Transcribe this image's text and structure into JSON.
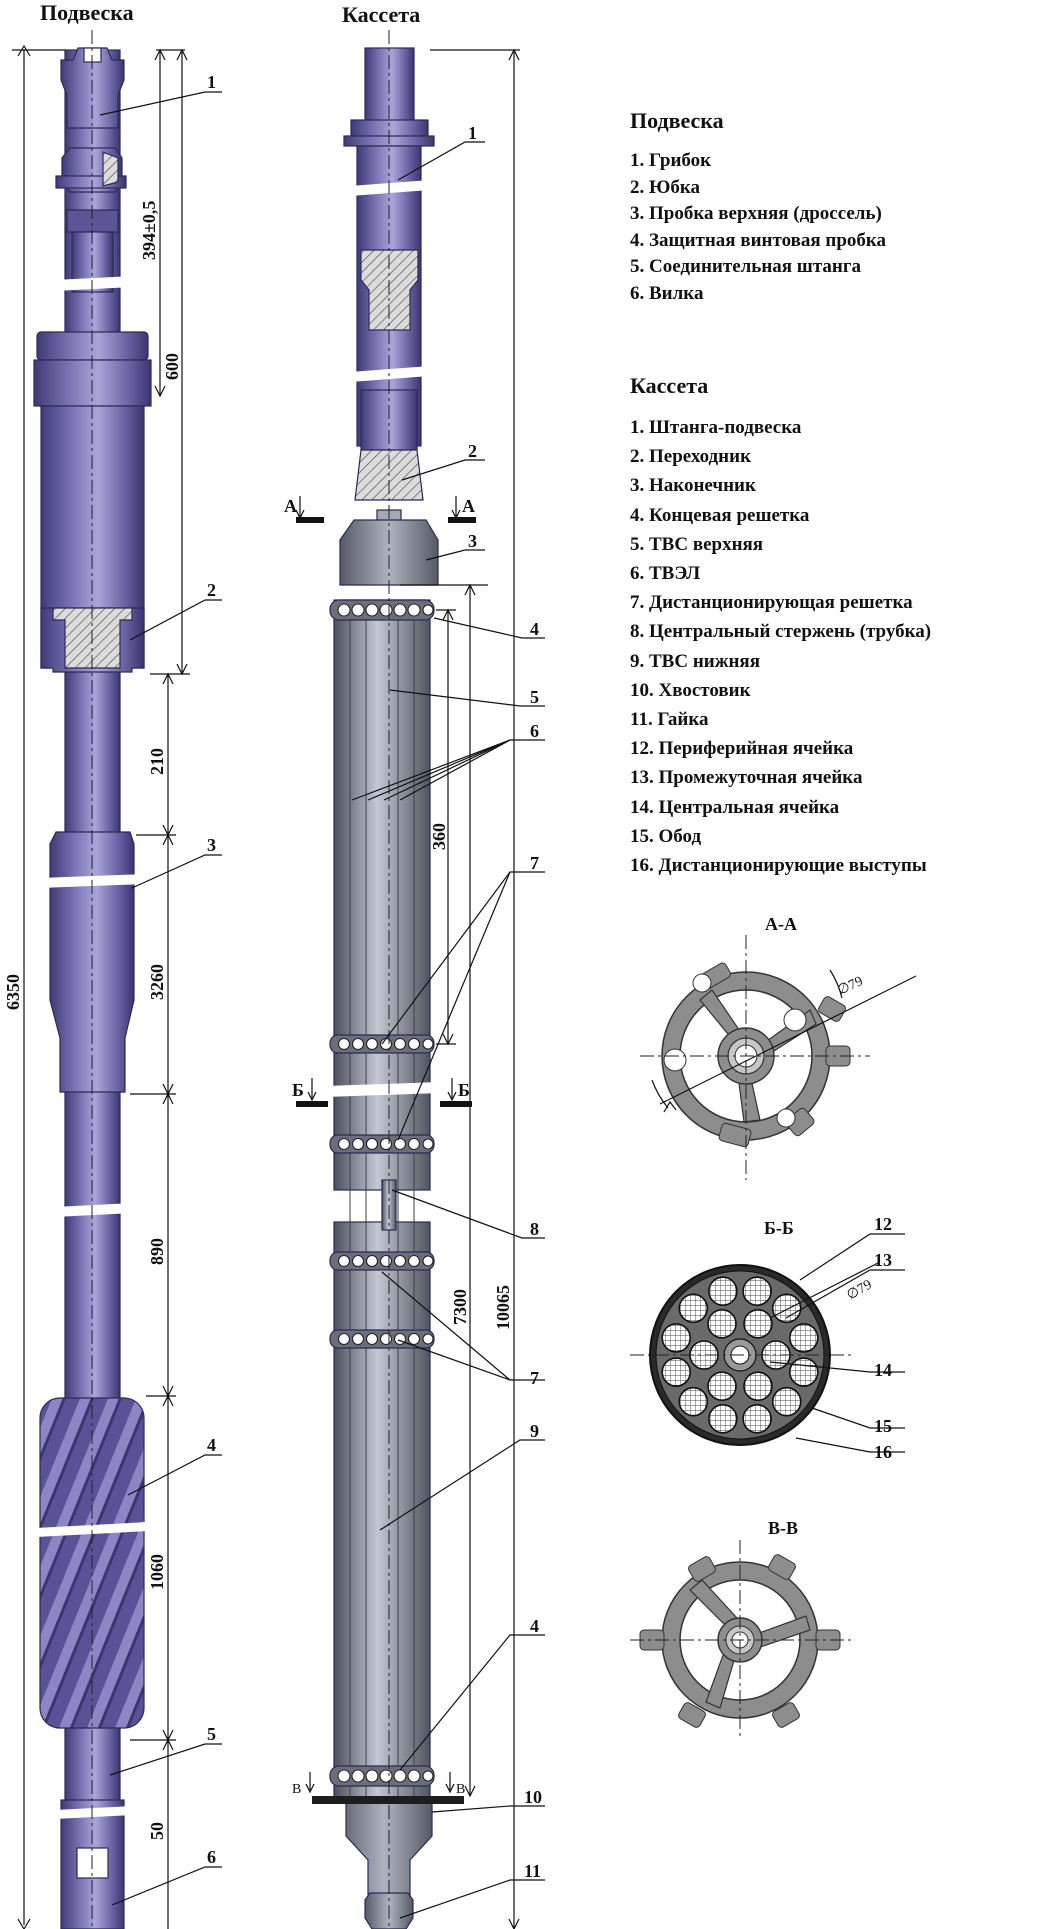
{
  "titles": {
    "left": "Подвеска",
    "middle": "Кассета"
  },
  "legend": {
    "podveska_heading": "Подвеска",
    "podveska_items": [
      "1. Грибок",
      "2. Юбка",
      "3. Пробка верхняя (дроссель)",
      "4. Защитная винтовая пробка",
      "5. Соединительная штанга",
      "6. Вилка"
    ],
    "kasseta_heading": "Кассета",
    "kasseta_items": [
      "1. Штанга-подвеска",
      "2. Переходник",
      "3. Наконечник",
      "4. Концевая решетка",
      "5. ТВС верхняя",
      "6. ТВЭЛ",
      "7. Дистанционирующая решетка",
      "8. Центральный стержень (трубка)",
      "9. ТВС нижняя",
      "10. Хвостовик",
      "11. Гайка",
      "12. Периферийная ячейка",
      "13. Промежуточная ячейка",
      "14. Центральная ячейка",
      "15. Обод",
      "16. Дистанционирующие выступы"
    ]
  },
  "podveska_labels": [
    "1",
    "2",
    "3",
    "4",
    "5",
    "6"
  ],
  "kasseta_labels": [
    "1",
    "2",
    "3",
    "4",
    "5",
    "6",
    "7",
    "8",
    "7",
    "9",
    "4",
    "10",
    "11"
  ],
  "section_labels": {
    "b_b_numbers": [
      "12",
      "13",
      "14",
      "15",
      "16"
    ]
  },
  "dimensions": {
    "podveska": [
      "394±0,5",
      "600",
      "210",
      "3260",
      "890",
      "1060",
      "50",
      "6350"
    ],
    "kasseta": [
      "360",
      "7300",
      "10065"
    ]
  },
  "sections": {
    "a_a": "А-А",
    "b_b": "Б-Б",
    "v_v": "В-В",
    "marker_a": "А",
    "marker_b": "Б",
    "marker_v": "В",
    "diameter": "∅79"
  },
  "colors": {
    "rod": "#7b74b4",
    "rod_dark": "#4d4787",
    "rod_light": "#a9a4d8",
    "tube": "#7f8593",
    "tube_light": "#b8bdc8",
    "grid_part": "#8d8d8d",
    "line": "#111111"
  }
}
